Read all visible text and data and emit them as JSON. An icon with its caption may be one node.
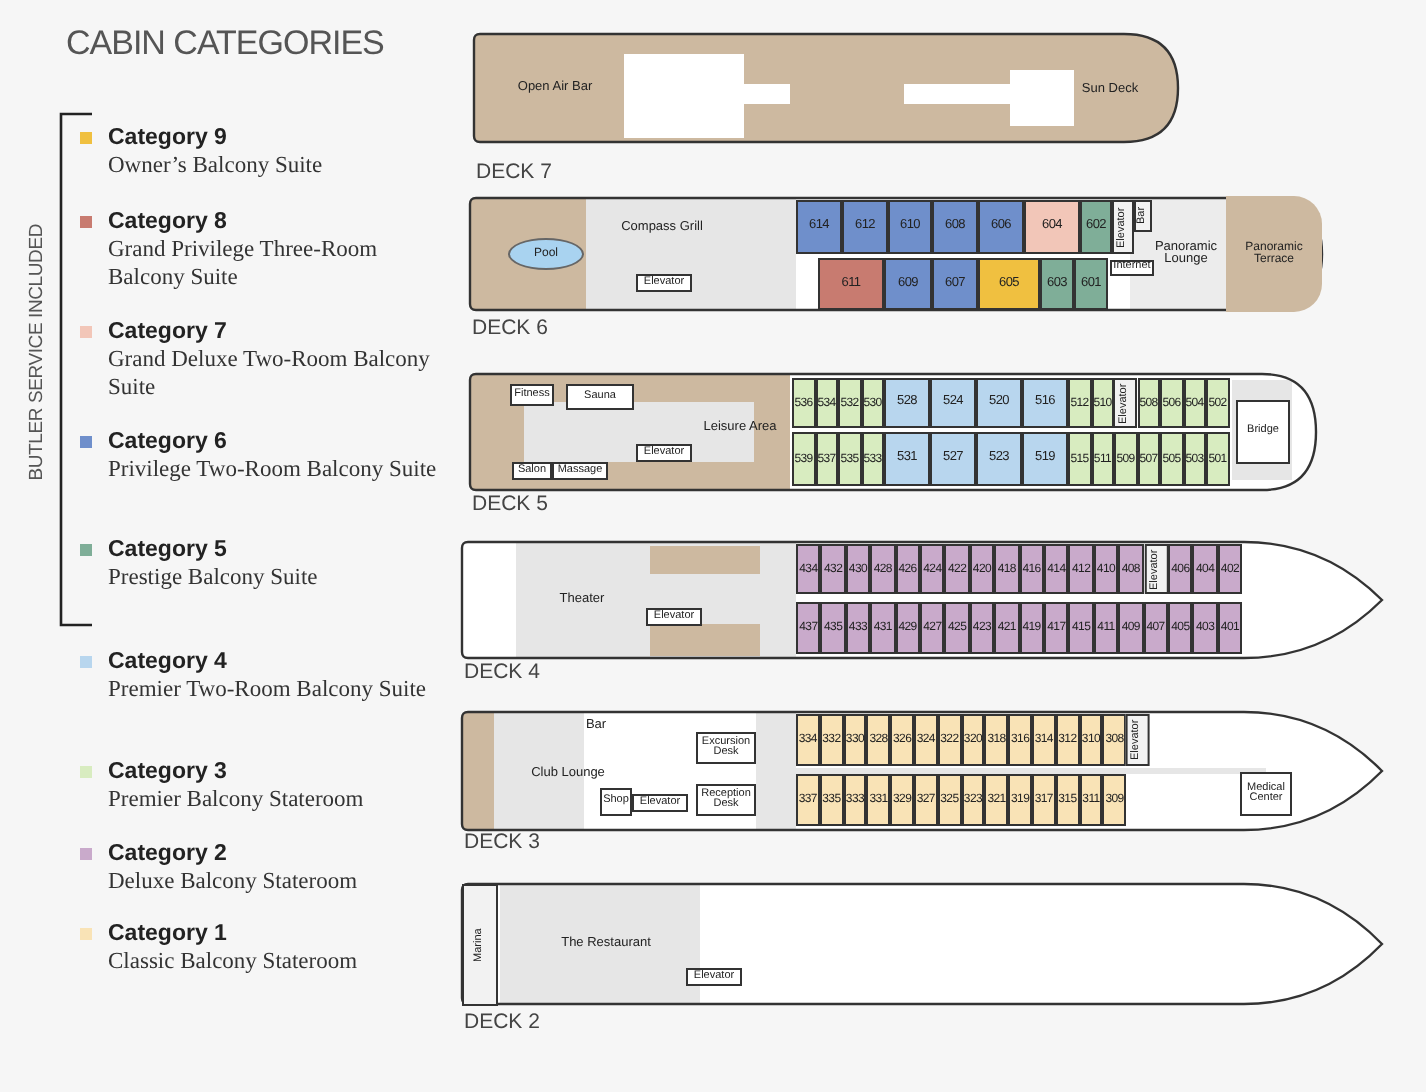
{
  "diagram": {
    "title": "CABIN CATEGORIES",
    "nodes": [
      {
        "text": [
          "DECK 7"
        ]
      },
      {
        "text": [
          "Open Air Bar"
        ],
        "in": 0
      },
      {
        "text": [
          "Sun Deck"
        ],
        "in": 0
      },
      {
        "text": [
          "DECK 6"
        ]
      },
      {
        "text": [
          "Pool"
        ],
        "in": 3
      },
      {
        "text": [
          "Compass Grill"
        ],
        "in": 3
      },
      {
        "text": [
          "Elevator"
        ],
        "in": 3
      },
      {
        "text": [
          "614"
        ],
        "in": 3
      },
      {
        "text": [
          "612"
        ],
        "in": 3
      },
      {
        "text": [
          "610"
        ],
        "in": 3
      },
      {
        "text": [
          "608"
        ],
        "in": 3
      },
      {
        "text": [
          "606"
        ],
        "in": 3
      },
      {
        "text": [
          "604"
        ],
        "in": 3
      },
      {
        "text": [
          "602"
        ],
        "in": 3
      },
      {
        "text": [
          "Elevator"
        ],
        "in": 3
      },
      {
        "text": [
          "Bar"
        ],
        "in": 3
      },
      {
        "text": [
          "Panoramic Lounge"
        ],
        "in": 3
      },
      {
        "text": [
          "Panoramic Terrace"
        ],
        "in": 3
      },
      {
        "text": [
          "611"
        ],
        "in": 3
      },
      {
        "text": [
          "609"
        ],
        "in": 3
      },
      {
        "text": [
          "607"
        ],
        "in": 3
      },
      {
        "text": [
          "605"
        ],
        "in": 3
      },
      {
        "text": [
          "603"
        ],
        "in": 3
      },
      {
        "text": [
          "601"
        ],
        "in": 3
      },
      {
        "text": [
          "Internet"
        ],
        "in": 3
      },
      {
        "text": [
          "DECK 5"
        ]
      },
      {
        "text": [
          "Fitness"
        ],
        "in": 25
      },
      {
        "text": [
          "Sauna"
        ],
        "in": 25
      },
      {
        "text": [
          "Leisure Area"
        ],
        "in": 25
      },
      {
        "text": [
          "Elevator"
        ],
        "in": 25
      },
      {
        "text": [
          "Salon"
        ],
        "in": 25
      },
      {
        "text": [
          "Massage"
        ],
        "in": 25
      },
      {
        "text": [
          "536"
        ],
        "in": 25
      },
      {
        "text": [
          "534"
        ],
        "in": 25
      },
      {
        "text": [
          "532"
        ],
        "in": 25
      },
      {
        "text": [
          "530"
        ],
        "in": 25
      },
      {
        "text": [
          "528"
        ],
        "in": 25
      },
      {
        "text": [
          "524"
        ],
        "in": 25
      },
      {
        "text": [
          "520"
        ],
        "in": 25
      },
      {
        "text": [
          "516"
        ],
        "in": 25
      },
      {
        "text": [
          "512"
        ],
        "in": 25
      },
      {
        "text": [
          "510"
        ],
        "in": 25
      },
      {
        "text": [
          "Elevator"
        ],
        "in": 25
      },
      {
        "text": [
          "508"
        ],
        "in": 25
      },
      {
        "text": [
          "506"
        ],
        "in": 25
      },
      {
        "text": [
          "504"
        ],
        "in": 25
      },
      {
        "text": [
          "502"
        ],
        "in": 25
      },
      {
        "text": [
          "Bridge"
        ],
        "in": 25
      },
      {
        "text": [
          "539"
        ],
        "in": 25
      },
      {
        "text": [
          "537"
        ],
        "in": 25
      },
      {
        "text": [
          "535"
        ],
        "in": 25
      },
      {
        "text": [
          "533"
        ],
        "in": 25
      },
      {
        "text": [
          "531"
        ],
        "in": 25
      },
      {
        "text": [
          "527"
        ],
        "in": 25
      },
      {
        "text": [
          "523"
        ],
        "in": 25
      },
      {
        "text": [
          "519"
        ],
        "in": 25
      },
      {
        "text": [
          "515"
        ],
        "in": 25
      },
      {
        "text": [
          "511"
        ],
        "in": 25
      },
      {
        "text": [
          "509"
        ],
        "in": 25
      },
      {
        "text": [
          "507"
        ],
        "in": 25
      },
      {
        "text": [
          "505"
        ],
        "in": 25
      },
      {
        "text": [
          "503"
        ],
        "in": 25
      },
      {
        "text": [
          "501"
        ],
        "in": 25
      },
      {
        "text": [
          "DECK 4"
        ]
      },
      {
        "text": [
          "Theater"
        ],
        "in": 63
      },
      {
        "text": [
          "Elevator"
        ],
        "in": 63
      },
      {
        "text": [
          "434"
        ],
        "in": 63
      },
      {
        "text": [
          "432"
        ],
        "in": 63
      },
      {
        "text": [
          "430"
        ],
        "in": 63
      },
      {
        "text": [
          "428"
        ],
        "in": 63
      },
      {
        "text": [
          "426"
        ],
        "in": 63
      },
      {
        "text": [
          "424"
        ],
        "in": 63
      },
      {
        "text": [
          "422"
        ],
        "in": 63
      },
      {
        "text": [
          "420"
        ],
        "in": 63
      },
      {
        "text": [
          "418"
        ],
        "in": 63
      },
      {
        "text": [
          "416"
        ],
        "in": 63
      },
      {
        "text": [
          "414"
        ],
        "in": 63
      },
      {
        "text": [
          "412"
        ],
        "in": 63
      },
      {
        "text": [
          "410"
        ],
        "in": 63
      },
      {
        "text": [
          "408"
        ],
        "in": 63
      },
      {
        "text": [
          "Elevator"
        ],
        "in": 63
      },
      {
        "text": [
          "406"
        ],
        "in": 63
      },
      {
        "text": [
          "404"
        ],
        "in": 63
      },
      {
        "text": [
          "402"
        ],
        "in": 63
      },
      {
        "text": [
          "437"
        ],
        "in": 63
      },
      {
        "text": [
          "435"
        ],
        "in": 63
      },
      {
        "text": [
          "433"
        ],
        "in": 63
      },
      {
        "text": [
          "431"
        ],
        "in": 63
      },
      {
        "text": [
          "429"
        ],
        "in": 63
      },
      {
        "text": [
          "427"
        ],
        "in": 63
      },
      {
        "text": [
          "425"
        ],
        "in": 63
      },
      {
        "text": [
          "423"
        ],
        "in": 63
      },
      {
        "text": [
          "421"
        ],
        "in": 63
      },
      {
        "text": [
          "419"
        ],
        "in": 63
      },
      {
        "text": [
          "417"
        ],
        "in": 63
      },
      {
        "text": [
          "415"
        ],
        "in": 63
      },
      {
        "text": [
          "411"
        ],
        "in": 63
      },
      {
        "text": [
          "409"
        ],
        "in": 63
      },
      {
        "text": [
          "407"
        ],
        "in": 63
      },
      {
        "text": [
          "405"
        ],
        "in": 63
      },
      {
        "text": [
          "403"
        ],
        "in": 63
      },
      {
        "text": [
          "401"
        ],
        "in": 63
      },
      {
        "text": [
          "DECK 3"
        ]
      },
      {
        "text": [
          "Bar"
        ],
        "in": 102
      },
      {
        "text": [
          "Club Lounge"
        ],
        "in": 102
      },
      {
        "text": [
          "Excursion Desk"
        ],
        "in": 102
      },
      {
        "text": [
          "Shop"
        ],
        "in": 102
      },
      {
        "text": [
          "Elevator"
        ],
        "in": 102
      },
      {
        "text": [
          "Reception Desk"
        ],
        "in": 102
      },
      {
        "text": [
          "334"
        ],
        "in": 102
      },
      {
        "text": [
          "332"
        ],
        "in": 102
      },
      {
        "text": [
          "330"
        ],
        "in": 102
      },
      {
        "text": [
          "328"
        ],
        "in": 102
      },
      {
        "text": [
          "326"
        ],
        "in": 102
      },
      {
        "text": [
          "324"
        ],
        "in": 102
      },
      {
        "text": [
          "322"
        ],
        "in": 102
      },
      {
        "text": [
          "320"
        ],
        "in": 102
      },
      {
        "text": [
          "318"
        ],
        "in": 102
      },
      {
        "text": [
          "316"
        ],
        "in": 102
      },
      {
        "text": [
          "314"
        ],
        "in": 102
      },
      {
        "text": [
          "312"
        ],
        "in": 102
      },
      {
        "text": [
          "310"
        ],
        "in": 102
      },
      {
        "text": [
          "308"
        ],
        "in": 102
      },
      {
        "text": [
          "Elevator"
        ],
        "in": 102
      },
      {
        "text": [
          "Medical Center"
        ],
        "in": 102
      },
      {
        "text": [
          "337"
        ],
        "in": 102
      },
      {
        "text": [
          "335"
        ],
        "in": 102
      },
      {
        "text": [
          "333"
        ],
        "in": 102
      },
      {
        "text": [
          "331"
        ],
        "in": 102
      },
      {
        "text": [
          "329"
        ],
        "in": 102
      },
      {
        "text": [
          "327"
        ],
        "in": 102
      },
      {
        "text": [
          "325"
        ],
        "in": 102
      },
      {
        "text": [
          "323"
        ],
        "in": 102
      },
      {
        "text": [
          "321"
        ],
        "in": 102
      },
      {
        "text": [
          "319"
        ],
        "in": 102
      },
      {
        "text": [
          "317"
        ],
        "in": 102
      },
      {
        "text": [
          "315"
        ],
        "in": 102
      },
      {
        "text": [
          "311"
        ],
        "in": 102
      },
      {
        "text": [
          "309"
        ],
        "in": 102
      },
      {
        "text": [
          "DECK 2"
        ]
      },
      {
        "text": [
          "Marina"
        ],
        "in": 139
      },
      {
        "text": [
          "The Restaurant"
        ],
        "in": 139
      },
      {
        "text": [
          "Elevator"
        ],
        "in": 139
      }
    ],
    "labels": [
      "BUTLER SERVICE INCLUDED"
    ],
    "legend": [
      {
        "text": "**Category 9** Owner’s Balcony Suite",
        "color": "#f0c040"
      },
      {
        "text": "**Category 8** Grand Privilege Three-Room Balcony Suite",
        "color": "#c87b70"
      },
      {
        "text": "**Category 7** Grand Deluxe Two-Room Balcony Suite",
        "color": "#f2c6b8"
      },
      {
        "text": "**Category 6** Privilege Two-Room Balcony Suite",
        "color": "#6f8fcb"
      },
      {
        "text": "**Category 5** Prestige Balcony Suite",
        "color": "#7fae98"
      },
      {
        "text": "**Category 4** Premier Two-Room Balcony Suite",
        "color": "#b8d6ee"
      },
      {
        "text": "**Category 3** Premier Balcony Stateroom",
        "color": "#d8ecc0"
      },
      {
        "text": "**Category 2** Deluxe Balcony Stateroom",
        "color": "#c9aacb"
      },
      {
        "text": "**Category 1** Classic Balcony Stateroom",
        "color": "#f9e3b6"
      }
    ]
  }
}
